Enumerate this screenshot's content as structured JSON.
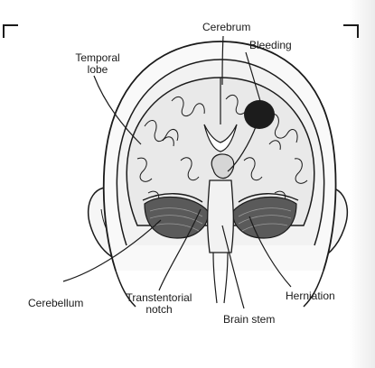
{
  "labels": {
    "cerebrum": "Cerebrum",
    "bleeding": "Bleeding",
    "temporal_lobe_line1": "Temporal",
    "temporal_lobe_line2": "lobe",
    "cerebellum": "Cerebellum",
    "transtentorial_line1": "Transtentorial",
    "transtentorial_line2": "notch",
    "herniation": "Herniation",
    "brain_stem": "Brain stem"
  },
  "colors": {
    "line": "#1a1a1a",
    "bleeding": "#1c1c1c",
    "tissue": "#e9e9e9",
    "gray_matter": "#cfcfcf",
    "cerebellum": "#5a5a5a",
    "skin": "#f6f6f6"
  }
}
